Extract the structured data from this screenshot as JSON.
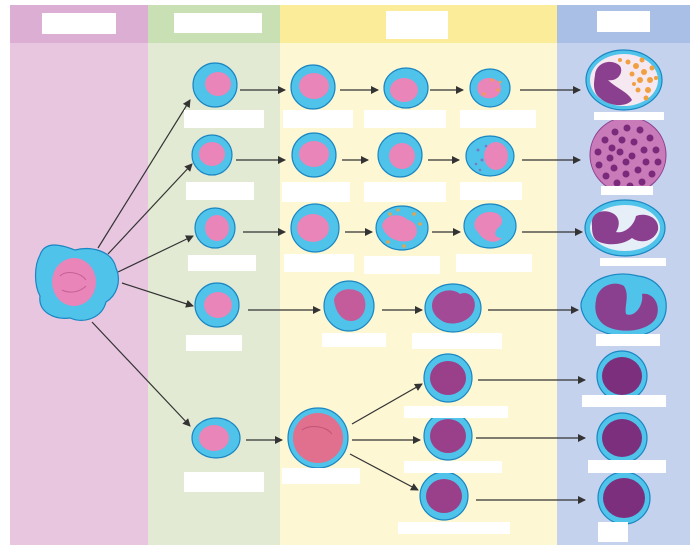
{
  "columns": [
    {
      "id": "stem",
      "label": "",
      "color": "#e8c6e0",
      "header_color": "#dcaed3"
    },
    {
      "id": "progenitor",
      "label": "",
      "color": "#e2ead4",
      "header_color": "#c9dfb4"
    },
    {
      "id": "precursor",
      "label": "",
      "color": "#fdf7d4",
      "header_color": "#fbec9a"
    },
    {
      "id": "mature",
      "label": "",
      "color": "#c4d2ee",
      "header_color": "#a9bfe6"
    }
  ],
  "colors": {
    "cytoplasm": "#4fc3ea",
    "cytoplasm_stroke": "#1a86c2",
    "nucleus": "#e985b8",
    "nucleus_purple": "#8b3f8f",
    "granule_orange": "#f0a040",
    "granule_purple": "#7a2a7a",
    "arrow": "#333333",
    "label_box": "#ffffff"
  },
  "labels": {
    "l_header_stem": "",
    "l_header_prog": "",
    "l_header_prec": "",
    "l_header_mature": "",
    "l_r1_prog": "",
    "l_r1_p1": "",
    "l_r1_p2": "",
    "l_r1_p3": "",
    "l_r1_mature": "",
    "l_r2_prog": "",
    "l_r2_p1": "",
    "l_r2_p2": "",
    "l_r2_p3": "",
    "l_r2_mature": "",
    "l_r3_prog": "",
    "l_r3_p1": "",
    "l_r3_p2": "",
    "l_r3_p3": "",
    "l_r3_mature": "",
    "l_r4_prog": "",
    "l_r4_p1": "",
    "l_r4_p2": "",
    "l_r4_mature": "",
    "l_r5_prog": "",
    "l_r5_p1": "",
    "l_r5_b1": "",
    "l_r5_b2": "",
    "l_r5_b3": "",
    "l_r5_m1": "",
    "l_r5_m2": "",
    "l_r5_m3": ""
  }
}
